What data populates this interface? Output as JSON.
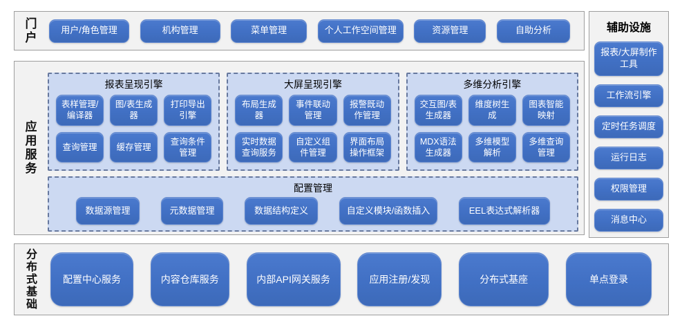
{
  "colors": {
    "button_blue": "#4374c9",
    "group_bg": "#ccd9f2",
    "group_dash_border": "#66789e",
    "section_bg": "#f2f2f2",
    "section_border": "#9d9d9d",
    "button_text": "#ffffff"
  },
  "sections": {
    "portal": {
      "label": "门户",
      "buttons": [
        "用户/角色管理",
        "机构管理",
        "菜单管理",
        "个人工作空间管理",
        "资源管理",
        "自助分析"
      ]
    },
    "app_services": {
      "label": "应用服务",
      "groups": [
        {
          "title": "报表呈现引擎",
          "buttons": [
            "表样管理/编译器",
            "图/表生成器",
            "打印导出引擎",
            "查询管理",
            "缓存管理",
            "查询条件管理"
          ]
        },
        {
          "title": "大屏呈现引擎",
          "buttons": [
            "布局生成器",
            "事件联动管理",
            "报警既动作管理",
            "实时数据查询服务",
            "自定义组件管理",
            "界面布局操作框架"
          ]
        },
        {
          "title": "多维分析引擎",
          "buttons": [
            "交互图/表生成器",
            "维度树生成",
            "图表智能映射",
            "MDX语法生成器",
            "多维模型解析",
            "多维查询管理"
          ]
        }
      ],
      "config_group": {
        "title": "配置管理",
        "buttons": [
          "数据源管理",
          "元数据管理",
          "数据结构定义",
          "自定义模块/函数插入",
          "EEL表达式解析器"
        ]
      }
    },
    "auxiliary": {
      "label": "辅助设施",
      "buttons": [
        "报表/大屏制作工具",
        "工作流引擎",
        "定时任务调度",
        "运行日志",
        "权限管理",
        "消息中心"
      ]
    },
    "foundation": {
      "label": "分布式基础",
      "buttons": [
        "配置中心服务",
        "内容仓库服务",
        "内部API网关服务",
        "应用注册/发现",
        "分布式基座",
        "单点登录"
      ]
    }
  }
}
